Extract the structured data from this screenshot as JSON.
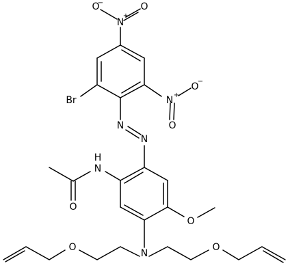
{
  "molecule": {
    "atoms": {
      "nitro_top_n": "N",
      "nitro_top_n_charge": "+",
      "nitro_top_o_left": "O",
      "nitro_top_o_left_charge": "−",
      "nitro_top_o_right": "O",
      "nitro_right_n": "N",
      "nitro_right_n_charge": "+",
      "nitro_right_o_down": "O",
      "nitro_right_o_up": "O",
      "nitro_right_o_up_charge": "−",
      "bromine": "Br",
      "azo_n_upper": "N",
      "azo_n_lower": "N",
      "amide_n": "N",
      "amide_h": "H",
      "amide_o": "O",
      "methoxy_o": "O",
      "amine_n": "N",
      "ether_o_left": "O",
      "ether_o_right": "O"
    }
  }
}
